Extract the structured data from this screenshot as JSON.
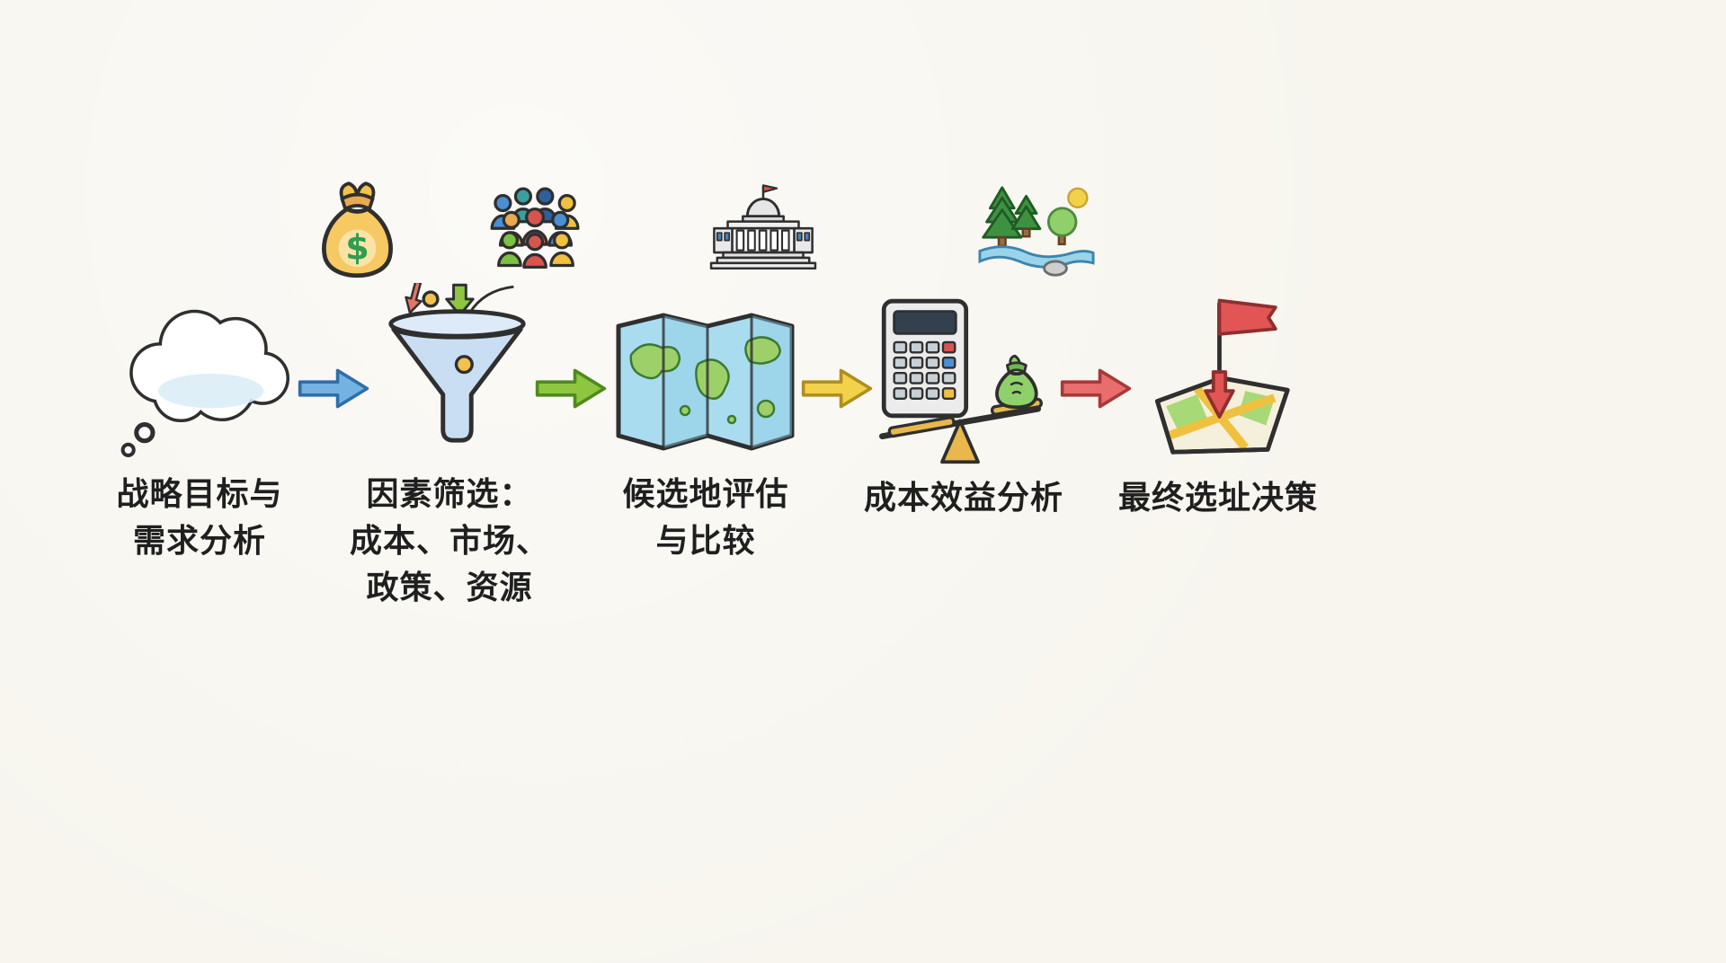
{
  "canvas": {
    "background": "#f7f5ee",
    "text_color": "#1f1f1f",
    "outline_color": "#2f2f2f"
  },
  "steps": [
    {
      "id": "strategy",
      "icon": "thought-cloud-icon",
      "lines": [
        "战略目标与",
        "需求分析"
      ]
    },
    {
      "id": "screening",
      "icon": "funnel-icon",
      "lines": [
        "因素筛选：",
        "成本、市场、",
        "政策、资源"
      ]
    },
    {
      "id": "evaluation",
      "icon": "world-map-icon",
      "lines": [
        "候选地评估",
        "与比较"
      ]
    },
    {
      "id": "cost-benefit",
      "icon": "balance-scale-icon",
      "lines": [
        "成本效益分析"
      ]
    },
    {
      "id": "decision",
      "icon": "flag-map-icon",
      "lines": [
        "最终选址决策"
      ]
    }
  ],
  "decor": {
    "money_symbol": "$",
    "icons": [
      "money-bag-icon",
      "people-group-icon",
      "government-building-icon",
      "nature-landscape-icon"
    ]
  },
  "arrows": [
    {
      "name": "arrow-strategy-to-screening",
      "fill": "#74b2e2",
      "stroke": "#2f6ea8"
    },
    {
      "name": "arrow-screening-to-evaluation",
      "fill": "#8ec63f",
      "stroke": "#4e8a1f"
    },
    {
      "name": "arrow-evaluation-to-costbenefit",
      "fill": "#f2d24b",
      "stroke": "#b08f1e"
    },
    {
      "name": "arrow-costbenefit-to-decision",
      "fill": "#e96d6d",
      "stroke": "#a93838"
    }
  ],
  "palette": {
    "cloud_tint": "#d8ecf7",
    "funnel_blue": "#c9def2",
    "money_bag_tan": "#f6c963",
    "money_bag_green": "#8fd06a",
    "map_ocean": "#aadcf0",
    "map_land": "#9ed06a",
    "flag_red": "#e25555",
    "scale_gold": "#e8b84b"
  }
}
